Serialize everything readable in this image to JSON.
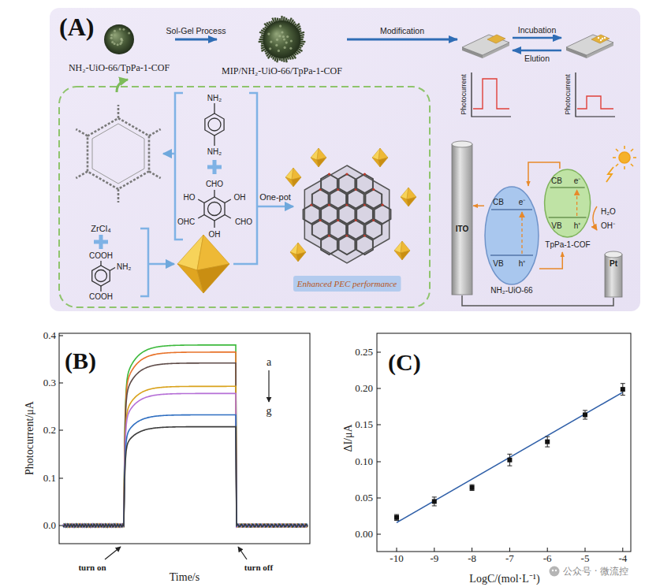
{
  "diagram": {
    "nodes": [
      {
        "text": [
          "(A)"
        ]
      },
      {
        "text": [
          "NH₂-UiO-66/TpPa-1-COF"
        ],
        "in": 0
      },
      {
        "text": [
          "MIP/NH₂-UiO-66/TpPa-1-COF"
        ],
        "in": 0
      },
      {
        "text": [
          "Photocurrent"
        ],
        "in": 0
      },
      {
        "text": [
          "Photocurrent"
        ],
        "in": 0
      },
      {
        "text": [
          "Enhanced PEC performance"
        ],
        "in": 0
      },
      {
        "text": [
          "ITO"
        ],
        "in": 0
      },
      {
        "text": [
          "CB",
          "e⁻",
          "VB",
          "h⁺",
          "NH₂-UiO-66"
        ],
        "in": 0
      },
      {
        "text": [
          "CB",
          "e⁻",
          "VB",
          "h⁺",
          "TpPa-1-COF"
        ],
        "in": 0
      },
      {
        "text": [
          "Pt"
        ],
        "in": 0
      }
    ],
    "edges": [
      {
        "from": 1,
        "to": 2,
        "arrow": "to",
        "label": "Sol-Gel Process"
      },
      {
        "from": 2,
        "to": 3,
        "arrow": "to",
        "label": "Modification"
      },
      {
        "from": 3,
        "to": 4,
        "arrow": "to",
        "label": "Incubation"
      },
      {
        "from": 4,
        "to": 3,
        "arrow": "to",
        "label": "Elution"
      },
      {
        "from": 8,
        "to": 7,
        "arrow": "to"
      },
      {
        "from": 7,
        "to": 6,
        "arrow": "to"
      },
      {
        "from": 7,
        "to": 8,
        "arrow": "to"
      },
      {
        "from": 6,
        "to": 9,
        "arrow": "none"
      }
    ],
    "labels": [
      "NH₂",
      "NH₂",
      "CHO",
      "HO",
      "OH",
      "OHC",
      "CHO",
      "OH",
      "ZrCl₄",
      "COOH",
      "NH₂",
      "COOH",
      "One-pot",
      "H₂O",
      "OH⁻",
      "(B)",
      "Photocurrent/μA",
      "0.0",
      "0.1",
      "0.2",
      "0.3",
      "0.4",
      "a",
      "g",
      "turn on",
      "turn off",
      "Time/s",
      "(C)",
      "ΔI/μA",
      "0.00",
      "0.05",
      "0.10",
      "0.15",
      "0.20",
      "0.25",
      "-10",
      "-9",
      "-8",
      "-7",
      "-6",
      "-5",
      "-4",
      "LogC/(mol·L⁻¹)",
      "公众号 · 微流控"
    ]
  }
}
